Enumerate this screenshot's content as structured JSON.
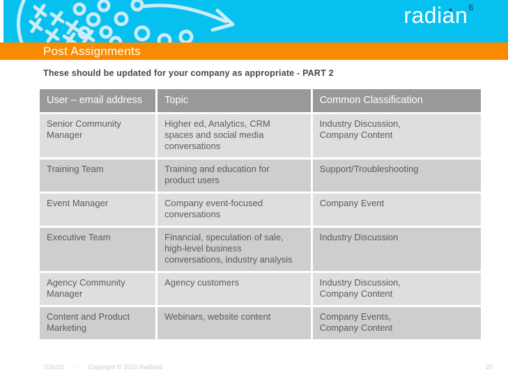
{
  "slide": {
    "logo": {
      "name": "radian",
      "superscript": "6"
    },
    "title": "Post Assignments",
    "subtitle": "These should be updated for your company as appropriate - PART 2",
    "table": {
      "headers": [
        "User – email address",
        "Topic",
        "Common Classification"
      ],
      "rows": [
        [
          "Senior Community\nManager",
          "Higher ed, Analytics, CRM\nspaces and social media\nconversations",
          "Industry Discussion,\nCompany Content"
        ],
        [
          "Training Team",
          "Training and education for\nproduct users",
          "Support/Troubleshooting"
        ],
        [
          "Event Manager",
          "Company event-focused\nconversations",
          "Company Event"
        ],
        [
          "Executive Team",
          "Financial, speculation of sale,\nhigh-level business\nconversations, industry analysis",
          "Industry Discussion"
        ],
        [
          "Agency Community\nManager",
          "Agency customers",
          "Industry Discussion,\nCompany Content"
        ],
        [
          "Content and Product\nMarketing",
          "Webinars, website content",
          "Company Events,\nCompany Content"
        ]
      ]
    },
    "footer": {
      "date": "7/30/10",
      "separator": "-",
      "copyright": "Copyright © 2010 Radian6",
      "page_number": "20"
    },
    "colors": {
      "band_cyan": "#06C0EF",
      "bar_orange": "#F98B00",
      "header_gray": "#999999",
      "row_light": "#DEDEDE",
      "row_dark": "#CECECE",
      "cell_text": "#5B5B5B",
      "logo_blue": "#1464A5",
      "footer_gray": "#C8CBCD"
    }
  }
}
